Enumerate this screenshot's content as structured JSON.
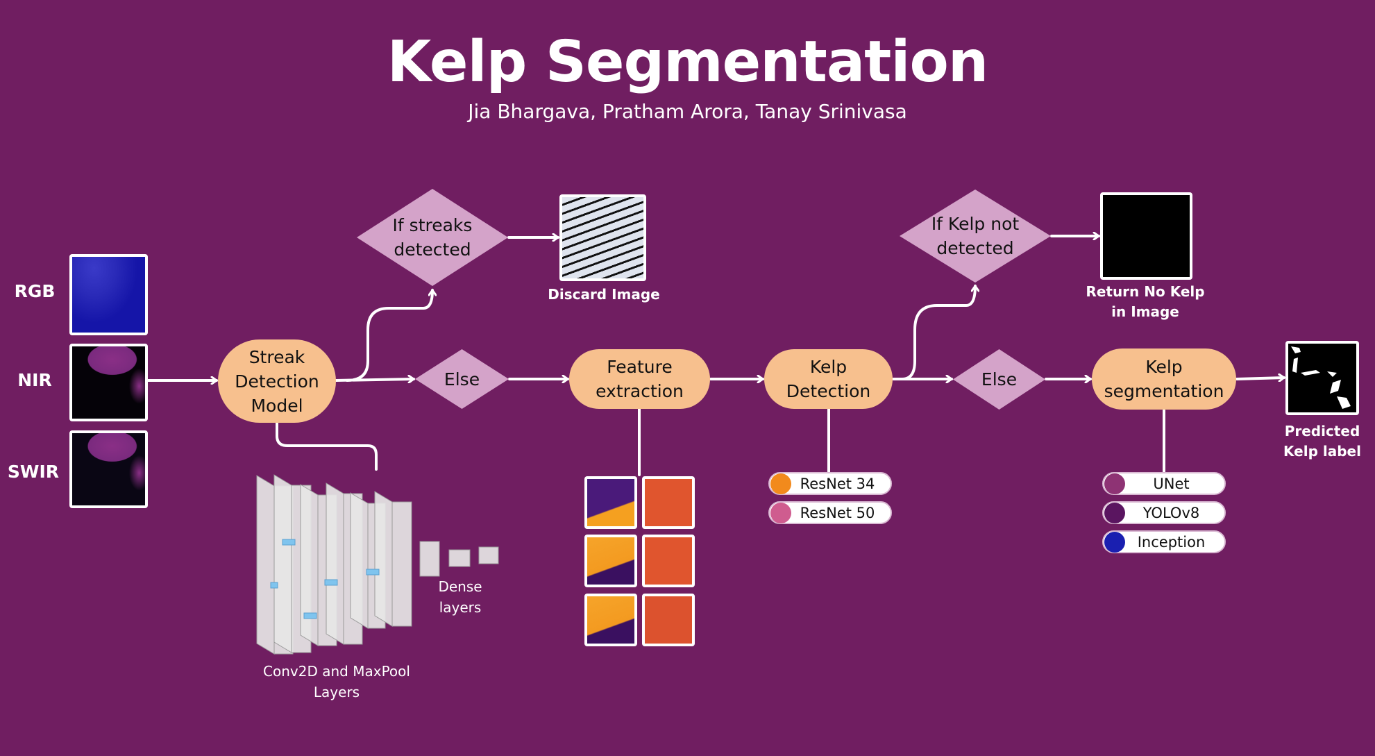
{
  "header": {
    "title": "Kelp Segmentation",
    "authors": "Jia Bhargava, Pratham Arora, Tanay Srinivasa"
  },
  "inputs": [
    {
      "label": "RGB",
      "image": "rgb-satellite-thumbnail"
    },
    {
      "label": "NIR",
      "image": "nir-satellite-thumbnail"
    },
    {
      "label": "SWIR",
      "image": "swir-satellite-thumbnail"
    }
  ],
  "nodes": {
    "streak_model": "Streak\nDetection\nModel",
    "feature_extraction": "Feature\nextraction",
    "kelp_detection": "Kelp\nDetection",
    "kelp_segmentation": "Kelp\nsegmentation"
  },
  "decisions": {
    "streaks": "If streaks\ndetected",
    "else_1": "Else",
    "kelp_not": "If Kelp not\ndetected",
    "else_2": "Else"
  },
  "outputs": {
    "discard": "Discard Image",
    "no_kelp": "Return No Kelp\nin Image",
    "predicted": "Predicted\nKelp  label"
  },
  "cnn": {
    "conv_label": "Conv2D  and MaxPool\nLayers",
    "dense_label": "Dense\nlayers"
  },
  "detection_models": [
    {
      "name": "ResNet 34",
      "color": "#F28A1C"
    },
    {
      "name": "ResNet 50",
      "color": "#CF5C8F"
    }
  ],
  "segmentation_models": [
    {
      "name": "UNet",
      "color": "#8E3374"
    },
    {
      "name": "YOLOv8",
      "color": "#5A1560"
    },
    {
      "name": "Inception",
      "color": "#1A1FB0"
    }
  ],
  "colors": {
    "background": "#701E61",
    "process_node": "#F7C08E",
    "decision_node": "#D4A3C9",
    "connector": "#FFFFFF"
  }
}
